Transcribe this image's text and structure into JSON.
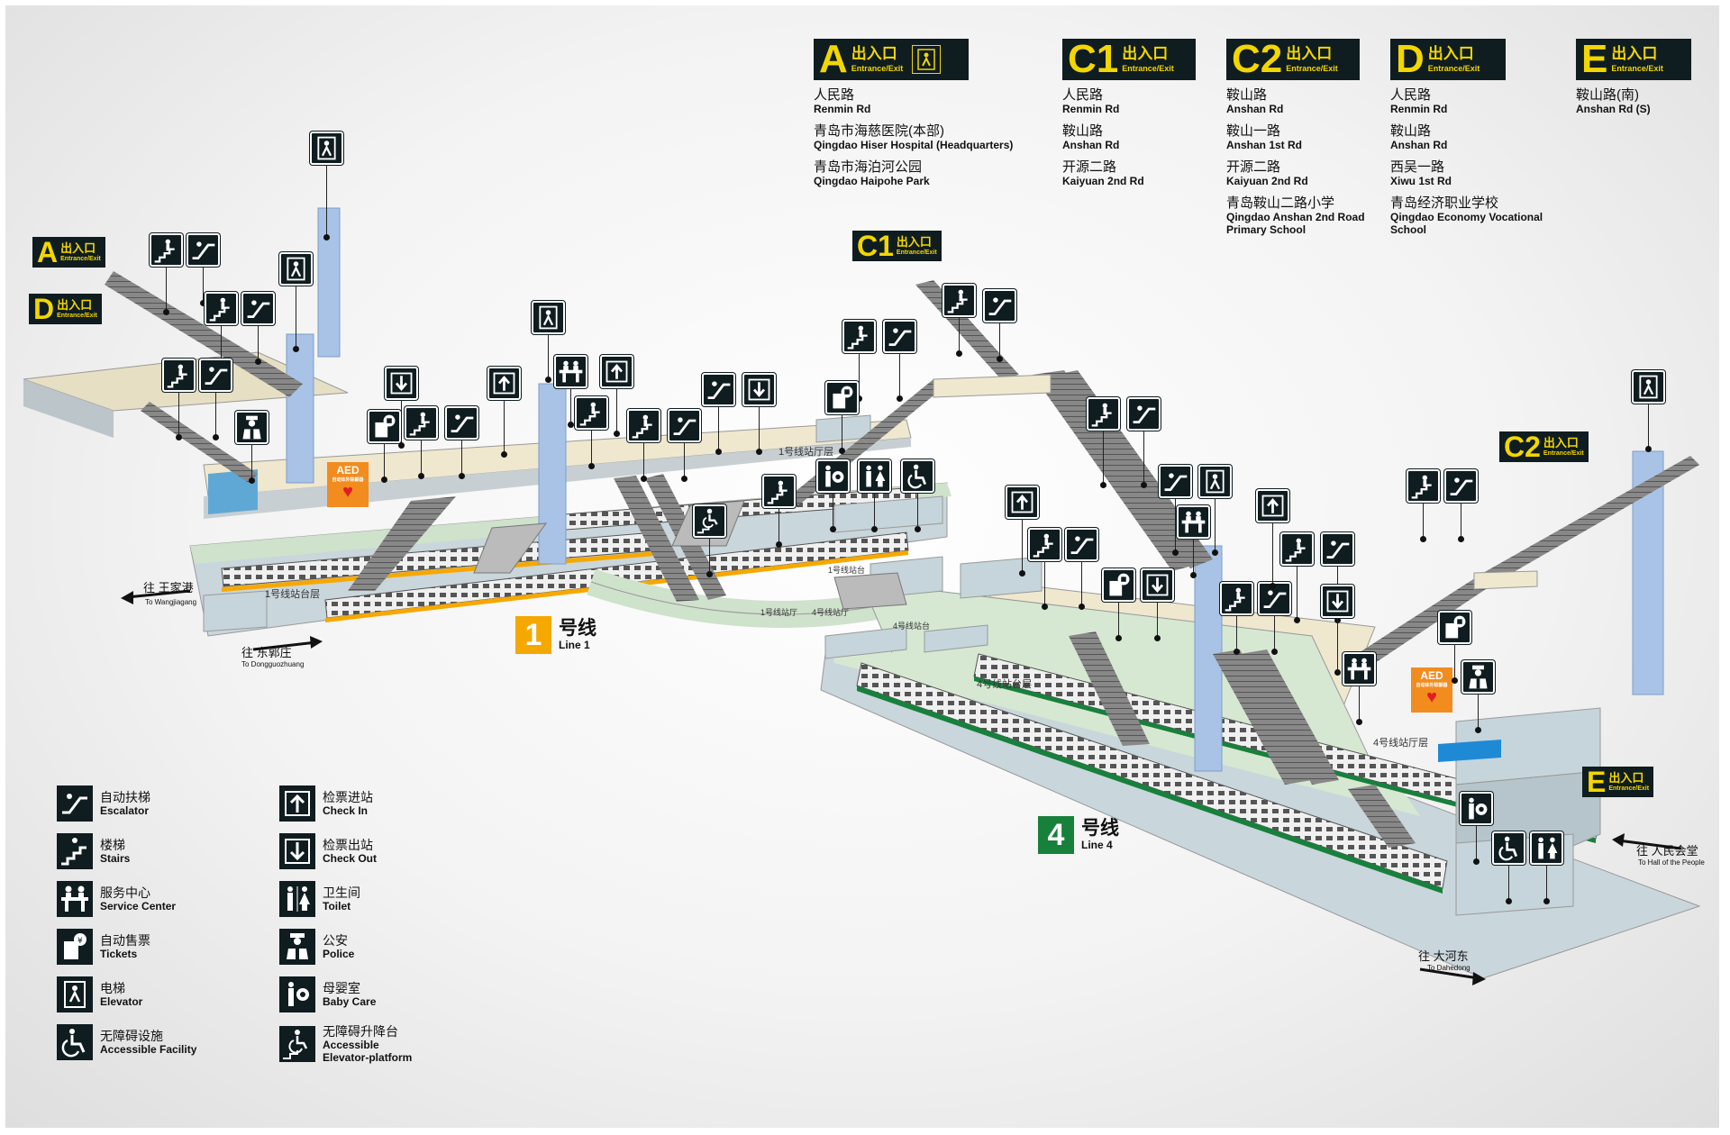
{
  "exits": [
    {
      "letter": "A",
      "cn": "出入口",
      "en": "Entrance/Exit",
      "has_elevator": true,
      "destinations": [
        {
          "cn": "人民路",
          "en": "Renmin Rd"
        },
        {
          "cn": "青岛市海慈医院(本部)",
          "en": "Qingdao Hiser Hospital (Headquarters)"
        },
        {
          "cn": "青岛市海泊河公园",
          "en": "Qingdao Haipohe Park"
        }
      ]
    },
    {
      "letter": "C1",
      "cn": "出入口",
      "en": "Entrance/Exit",
      "destinations": [
        {
          "cn": "人民路",
          "en": "Renmin Rd"
        },
        {
          "cn": "鞍山路",
          "en": "Anshan Rd"
        },
        {
          "cn": "开源二路",
          "en": "Kaiyuan 2nd Rd"
        }
      ]
    },
    {
      "letter": "C2",
      "cn": "出入口",
      "en": "Entrance/Exit",
      "destinations": [
        {
          "cn": "鞍山路",
          "en": "Anshan Rd"
        },
        {
          "cn": "鞍山一路",
          "en": "Anshan 1st Rd"
        },
        {
          "cn": "开源二路",
          "en": "Kaiyuan 2nd Rd"
        },
        {
          "cn": "青岛鞍山二路小学",
          "en": "Qingdao Anshan 2nd Road Primary School"
        }
      ]
    },
    {
      "letter": "D",
      "cn": "出入口",
      "en": "Entrance/Exit",
      "destinations": [
        {
          "cn": "人民路",
          "en": "Renmin Rd"
        },
        {
          "cn": "鞍山路",
          "en": "Anshan Rd"
        },
        {
          "cn": "西吴一路",
          "en": "Xiwu 1st Rd"
        },
        {
          "cn": "青岛经济职业学校",
          "en": "Qingdao Economy Vocational School"
        }
      ]
    },
    {
      "letter": "E",
      "cn": "出入口",
      "en": "Entrance/Exit",
      "destinations": [
        {
          "cn": "鞍山路(南)",
          "en": "Anshan Rd (S)"
        }
      ]
    }
  ],
  "map": {
    "exit_badges": {
      "a": {
        "letter": "A",
        "cn": "出入口",
        "en": "Entrance/Exit"
      },
      "d": {
        "letter": "D",
        "cn": "出入口",
        "en": "Entrance/Exit"
      },
      "c1": {
        "letter": "C1",
        "cn": "出入口",
        "en": "Entrance/Exit"
      },
      "c2": {
        "letter": "C2",
        "cn": "出入口",
        "en": "Entrance/Exit"
      },
      "e": {
        "letter": "E",
        "cn": "出入口",
        "en": "Entrance/Exit"
      }
    },
    "labels": {
      "line1_concourse": "1号线站厅层",
      "line1_platform": "1号线站台层",
      "line1_hall": "1号线站厅",
      "line4_hall": "4号线站厅",
      "line4_platform": "4号线站台层",
      "line4_concourse": "4号线站厅层",
      "to_line1": "1号线站台",
      "to_line4": "4号线站台"
    },
    "directions": {
      "wangjiagang": {
        "cn": "往 王家港",
        "en": "To Wangjiagang"
      },
      "dongguozhuang": {
        "cn": "往 东郭庄",
        "en": "To Dongguozhuang"
      },
      "hall_of_people": {
        "cn": "往 人民会堂",
        "en": "To Hall of the People"
      },
      "dahedong": {
        "cn": "往 大河东",
        "en": "To Dahedong"
      }
    },
    "lines": {
      "line1": {
        "number": "1",
        "cn": "号线",
        "en": "Line 1",
        "color": "#f5a800"
      },
      "line4": {
        "number": "4",
        "cn": "号线",
        "en": "Line 4",
        "color": "#17813c"
      }
    },
    "aed": {
      "label": "AED",
      "sub": "自动体外除颤器"
    }
  },
  "legend": [
    {
      "icon": "escalator-icon",
      "cn": "自动扶梯",
      "en": "Escalator"
    },
    {
      "icon": "stairs-icon",
      "cn": "楼梯",
      "en": "Stairs"
    },
    {
      "icon": "service-center-icon",
      "cn": "服务中心",
      "en": "Service Center"
    },
    {
      "icon": "tickets-icon",
      "cn": "自动售票",
      "en": "Tickets"
    },
    {
      "icon": "elevator-icon",
      "cn": "电梯",
      "en": "Elevator"
    },
    {
      "icon": "accessible-icon",
      "cn": "无障碍设施",
      "en": "Accessible Facility"
    },
    {
      "icon": "check-in-icon",
      "cn": "检票进站",
      "en": "Check In"
    },
    {
      "icon": "check-out-icon",
      "cn": "检票出站",
      "en": "Check Out"
    },
    {
      "icon": "toilet-icon",
      "cn": "卫生间",
      "en": "Toilet"
    },
    {
      "icon": "police-icon",
      "cn": "公安",
      "en": "Police"
    },
    {
      "icon": "baby-care-icon",
      "cn": "母婴室",
      "en": "Baby Care"
    },
    {
      "icon": "accessible-platform-icon",
      "cn": "无障碍升降台",
      "en": "Accessible Elevator-platform"
    }
  ],
  "colors": {
    "sign_bg": "#0f1c20",
    "sign_text": "#f2d600",
    "column": "#a9c3e6",
    "floor_green": "#d6e8d2",
    "floor_beige": "#efe8cf"
  }
}
